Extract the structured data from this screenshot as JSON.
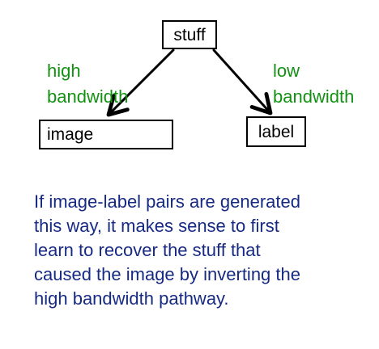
{
  "diagram": {
    "nodes": {
      "stuff": "stuff",
      "image": "image",
      "label": "label"
    },
    "edges": {
      "high": {
        "line1": "high",
        "line2": "bandwidth"
      },
      "low": {
        "line1": "low",
        "line2": "bandwidth"
      }
    }
  },
  "caption": {
    "lines": [
      "If image-label pairs are generated",
      "this way, it makes sense to first",
      "learn to recover the stuff that",
      "caused the image by inverting the",
      "high bandwidth pathway."
    ]
  },
  "colors": {
    "edge_label": "#139113",
    "caption": "#172a83",
    "lines": "#000000"
  }
}
